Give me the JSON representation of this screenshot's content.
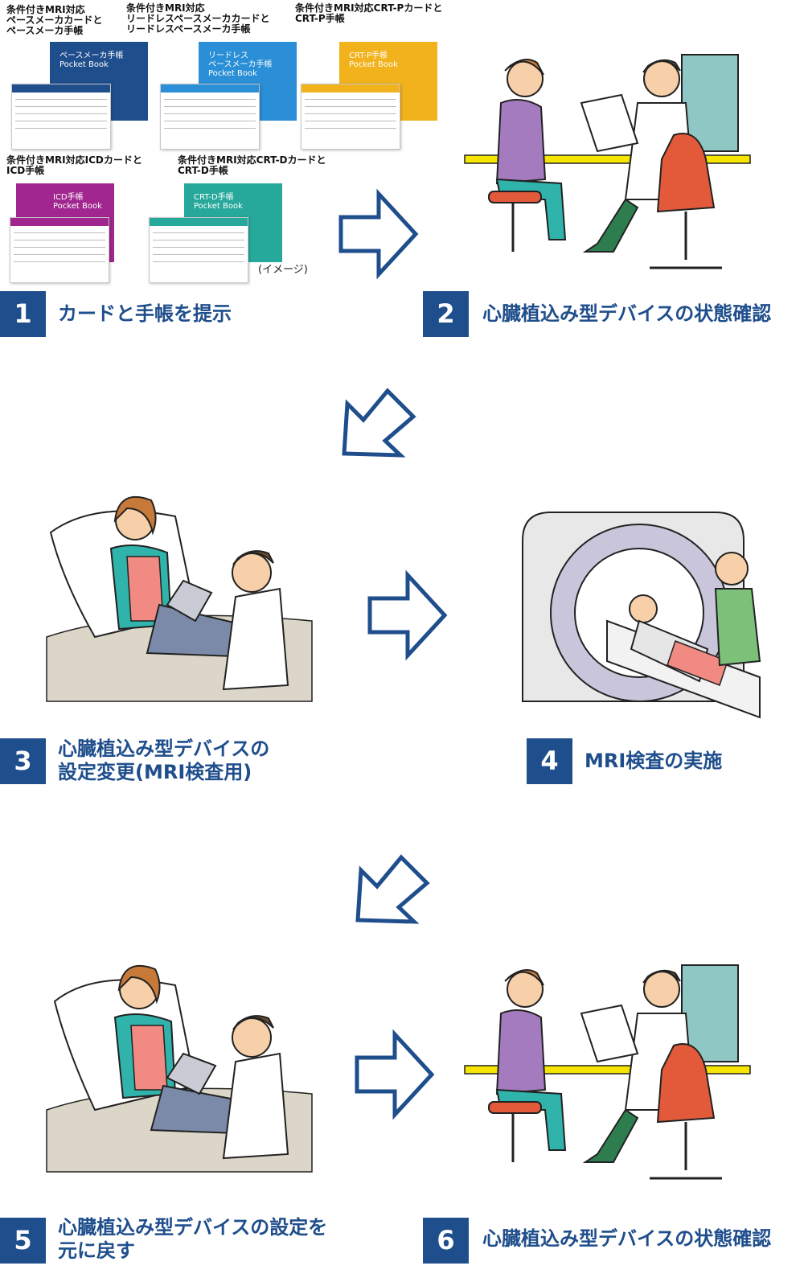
{
  "cards": {
    "pm": "条件付きMRI対応\nペースメーカカードと\nペースメーカ手帳",
    "leadless": "条件付きMRI対応\nリードレスペースメーカカードと\nリードレスペースメーカ手帳",
    "crtp": "条件付きMRI対応CRT-Pカードと\nCRT-P手帳",
    "icd": "条件付きMRI対応ICDカードと\nICD手帳",
    "crtd": "条件付きMRI対応CRT-Dカードと\nCRT-D手帳"
  },
  "books": {
    "pm": "ペースメーカ手帳\nPocket Book",
    "leadless": "リードレス\nペースメーカ手帳\nPocket Book",
    "crtp": "CRT-P手帳\nPocket Book",
    "icd": "ICD手帳\nPocket Book",
    "crtd": "CRT-D手帳\nPocket Book"
  },
  "image_note": "(イメージ)",
  "steps": [
    {
      "number": "1",
      "label": "カードと手帳を提示"
    },
    {
      "number": "2",
      "label": "心臓植込み型デバイスの状態確認"
    },
    {
      "number": "3",
      "label": "心臓植込み型デバイスの\n設定変更(MRI検査用)"
    },
    {
      "number": "4",
      "label": "MRI検査の実施"
    },
    {
      "number": "5",
      "label": "心臓植込み型デバイスの設定を\n元に戻す"
    },
    {
      "number": "6",
      "label": "心臓植込み型デバイスの状態確認"
    }
  ],
  "colors": {
    "navy": "#1f4e8c",
    "pm_book": "#1f4e8c",
    "leadless_book": "#2a8fd6",
    "crtp_book": "#f2b21b",
    "icd_book": "#a2268f",
    "crtd_book": "#26a99a"
  },
  "icons": [
    "arrow-right-icon",
    "arrow-down-left-icon"
  ]
}
